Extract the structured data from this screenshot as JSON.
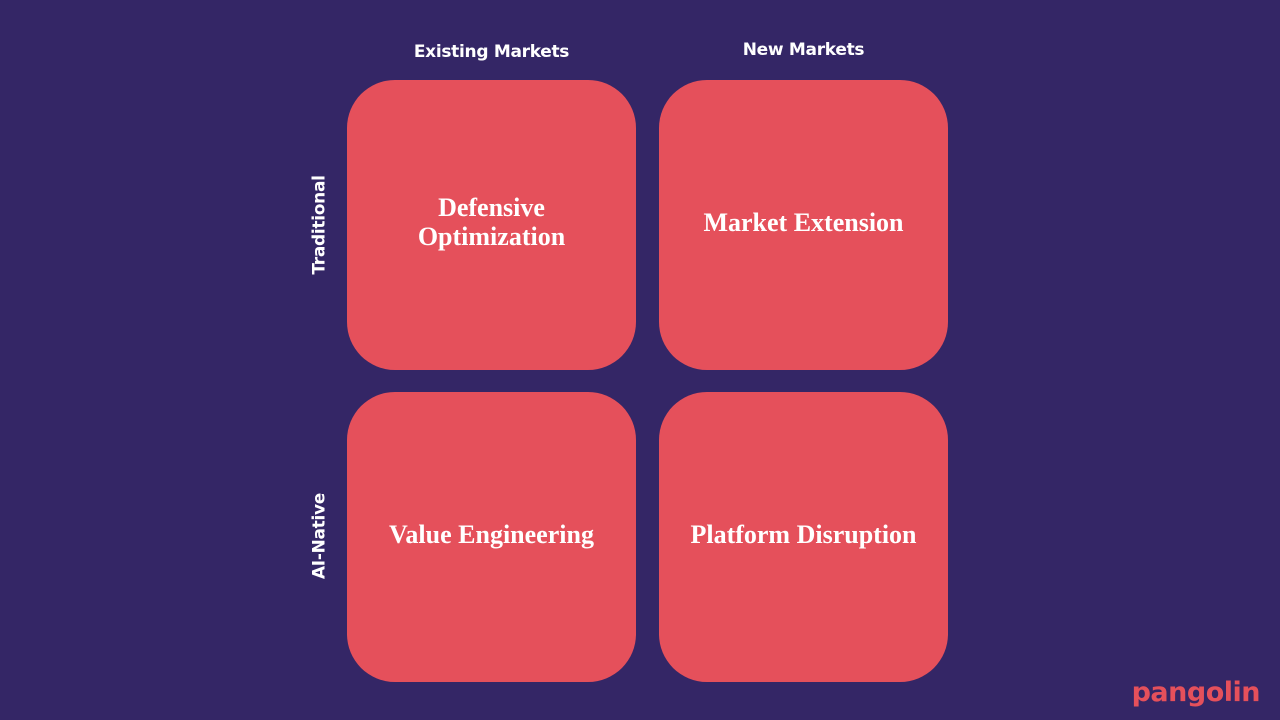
{
  "columns": {
    "existing": "Existing Markets",
    "new": "New Markets"
  },
  "rows": {
    "traditional": "Traditional",
    "ai_native": "AI-Native"
  },
  "quadrants": {
    "top_left": "Defensive Optimization",
    "top_right": "Market Extension",
    "bottom_left": "Value Engineering",
    "bottom_right": "Platform Disruption"
  },
  "brand": {
    "logo_text": "pangolin"
  },
  "colors": {
    "background": "#342666",
    "quadrant": "#e5505b",
    "text": "#ffffff",
    "logo": "#e5505b"
  }
}
